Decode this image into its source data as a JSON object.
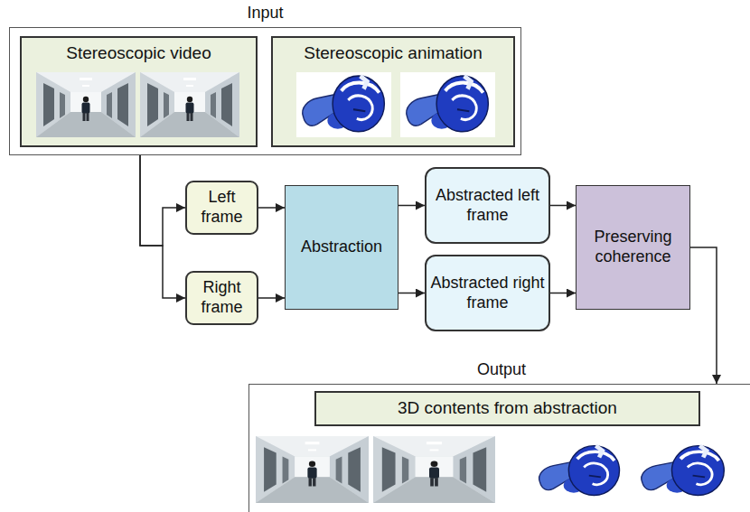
{
  "diagram": {
    "nodes": [
      {
        "text": [
          "Input"
        ]
      },
      {
        "text": [
          "Stereoscopic video"
        ],
        "in": 0
      },
      {
        "text": [
          "Stereoscopic animation"
        ],
        "in": 0
      },
      {
        "text": [
          "Left frame"
        ]
      },
      {
        "text": [
          "Right frame"
        ]
      },
      {
        "text": [
          "Abstraction"
        ]
      },
      {
        "text": [
          "Abstracted left frame"
        ]
      },
      {
        "text": [
          "Abstracted right frame"
        ]
      },
      {
        "text": [
          "Preserving coherence"
        ]
      },
      {
        "text": [
          "Output"
        ]
      },
      {
        "text": [
          "3D contents from abstraction"
        ],
        "in": 9
      }
    ],
    "edges": [
      {
        "from": 0,
        "to": 3,
        "arrow": "to"
      },
      {
        "from": 0,
        "to": 4,
        "arrow": "to"
      },
      {
        "from": 3,
        "to": 5,
        "arrow": "to"
      },
      {
        "from": 4,
        "to": 5,
        "arrow": "to"
      },
      {
        "from": 5,
        "to": 6,
        "arrow": "to"
      },
      {
        "from": 5,
        "to": 7,
        "arrow": "to"
      },
      {
        "from": 6,
        "to": 8,
        "arrow": "to"
      },
      {
        "from": 7,
        "to": 8,
        "arrow": "to"
      },
      {
        "from": 8,
        "to": 9,
        "arrow": "to"
      }
    ]
  }
}
